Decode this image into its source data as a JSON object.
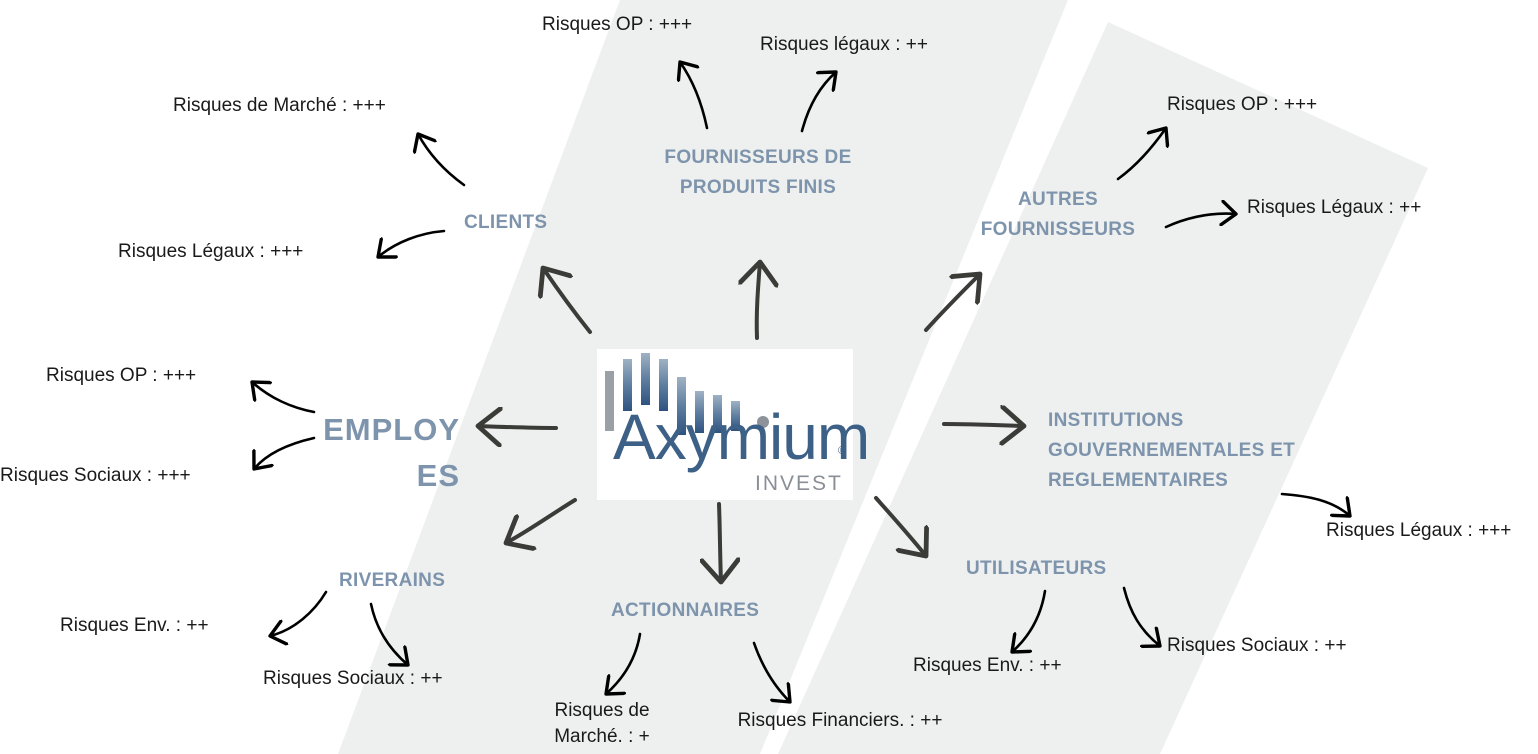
{
  "center": {
    "brand": "Axymium",
    "sub": "INVEST",
    "reg": "®"
  },
  "stakeholders": {
    "fournisseurs": "FOURNISSEURS DE\nPRODUITS FINIS",
    "autres": "AUTRES\nFOURNISSEURS",
    "clients": "CLIENTS",
    "employes": "EMPLOY\nES",
    "institutions": "INSTITUTIONS\nGOUVERNEMENTALES ET\nREGLEMENTAIRES",
    "riverains": "RIVERAINS",
    "actionnaires": "ACTIONNAIRES",
    "utilisateurs": "UTILISATEURS"
  },
  "risks": {
    "fournisseurs_op": "Risques OP : +++",
    "fournisseurs_legaux": "Risques légaux : ++",
    "autres_op": "Risques OP : +++",
    "autres_legaux": "Risques Légaux : ++",
    "clients_marche": "Risques de Marché : +++",
    "clients_legaux": "Risques Légaux : +++",
    "employes_op": "Risques OP : +++",
    "employes_sociaux": "Risques Sociaux : +++",
    "institutions_legaux": "Risques Légaux : +++",
    "riverains_env": "Risques Env. : ++",
    "riverains_sociaux": "Risques Sociaux : ++",
    "actionnaires_marche": "Risques de Marché. : +",
    "actionnaires_financiers": "Risques Financiers. : ++",
    "utilisateurs_env": "Risques Env. : ++",
    "utilisateurs_sociaux": "Risques Sociaux : ++"
  },
  "colors": {
    "stakeholder_text": "#7d94ac",
    "risk_text": "#1a1a1a",
    "main_arrow": "#3b3b38",
    "thin_arrow": "#000000",
    "background_band": "#eef0ef",
    "logo_blue": "#3d6087"
  }
}
